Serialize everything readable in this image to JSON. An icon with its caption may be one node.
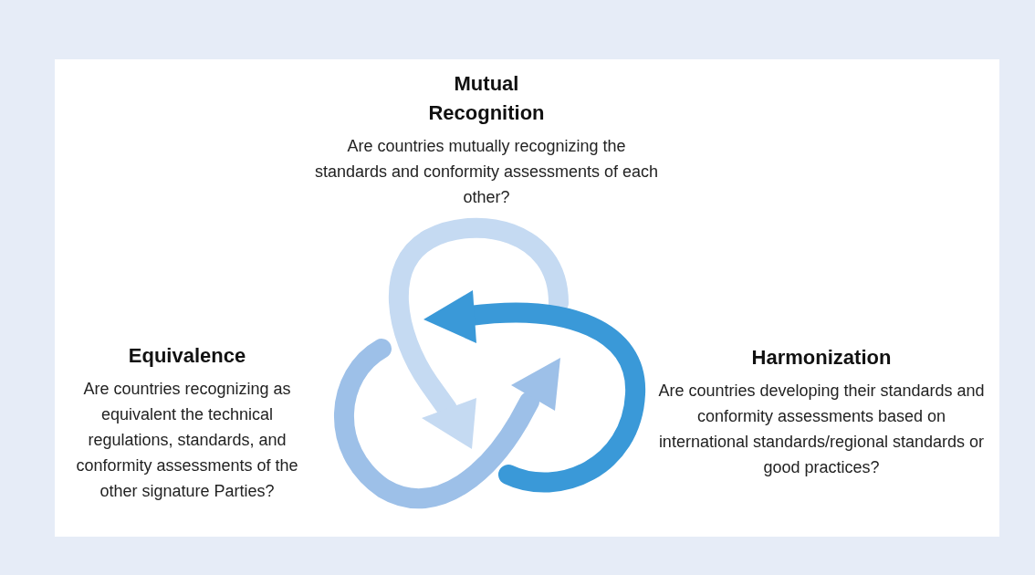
{
  "diagram": {
    "nodes": [
      {
        "text": [
          "Mutual Recognition",
          "Are countries mutually recognizing the standards and conformity assessments of each other?"
        ]
      },
      {
        "text": [
          "Equivalence",
          "Are countries recognizing as equivalent the technical regulations, standards, and conformity assessments of the other signature Parties?"
        ]
      },
      {
        "text": [
          "Harmonization",
          "Are countries developing their standards and conformity assessments based on international standards/regional standards or good practices?"
        ]
      }
    ]
  }
}
